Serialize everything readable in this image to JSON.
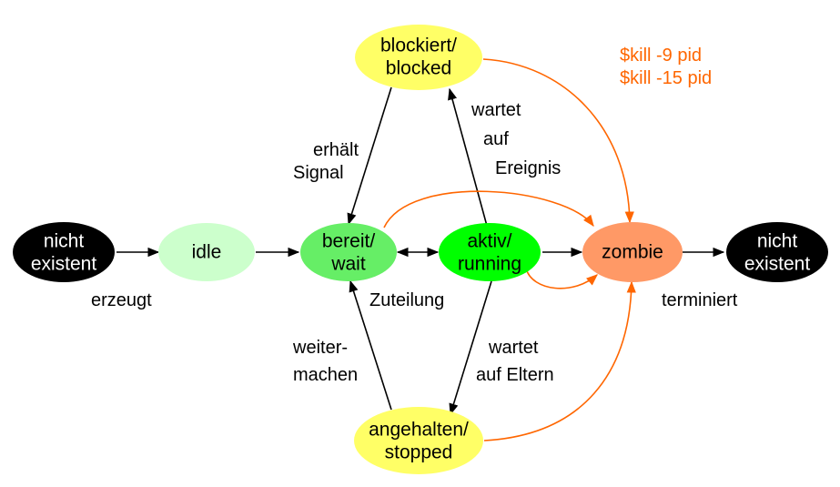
{
  "colors": {
    "terminal": "#000000",
    "idle": "#ccffcc",
    "ready": "#66ee66",
    "running": "#00ff00",
    "zombie": "#ff9966",
    "waiting": "#ffff66",
    "arrow": "#000000",
    "kill_arrow": "#ff6600"
  },
  "nodes": {
    "start": {
      "line1": "nicht",
      "line2": "existent"
    },
    "idle": {
      "line1": "idle"
    },
    "ready": {
      "line1": "bereit/",
      "line2": "wait"
    },
    "running": {
      "line1": "aktiv/",
      "line2": "running"
    },
    "zombie": {
      "line1": "zombie"
    },
    "end": {
      "line1": "nicht",
      "line2": "existent"
    },
    "blocked": {
      "line1": "blockiert/",
      "line2": "blocked"
    },
    "stopped": {
      "line1": "angehalten/",
      "line2": "stopped"
    }
  },
  "labels": {
    "created": "erzeugt",
    "terminated": "terminiert",
    "dispatch": "Zuteilung",
    "signal_1": "erhält",
    "signal_2": "Signal",
    "waits_event_1": "wartet",
    "waits_event_2": "auf",
    "waits_event_3": "Ereignis",
    "continue_1": "weiter-",
    "continue_2": "machen",
    "waits_parent_1": "wartet",
    "waits_parent_2": "auf Eltern",
    "kill_9": "$kill -9 pid",
    "kill_15": "$kill -15 pid"
  }
}
